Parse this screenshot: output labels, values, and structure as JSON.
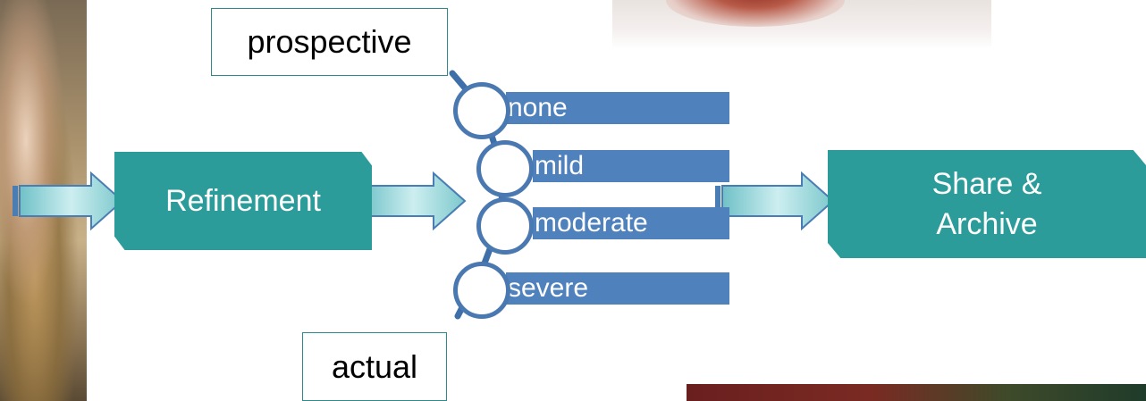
{
  "labels": {
    "prospective": "prospective",
    "actual": "actual"
  },
  "steps": {
    "refinement": "Refinement",
    "share_line1": "Share &",
    "share_line2": "Archive"
  },
  "levels": [
    "none",
    "mild",
    "moderate",
    "severe"
  ],
  "colors": {
    "teal": "#2b9c99",
    "blue_bar": "#4f81bd",
    "arrow_fill": "#a8d8dc"
  }
}
